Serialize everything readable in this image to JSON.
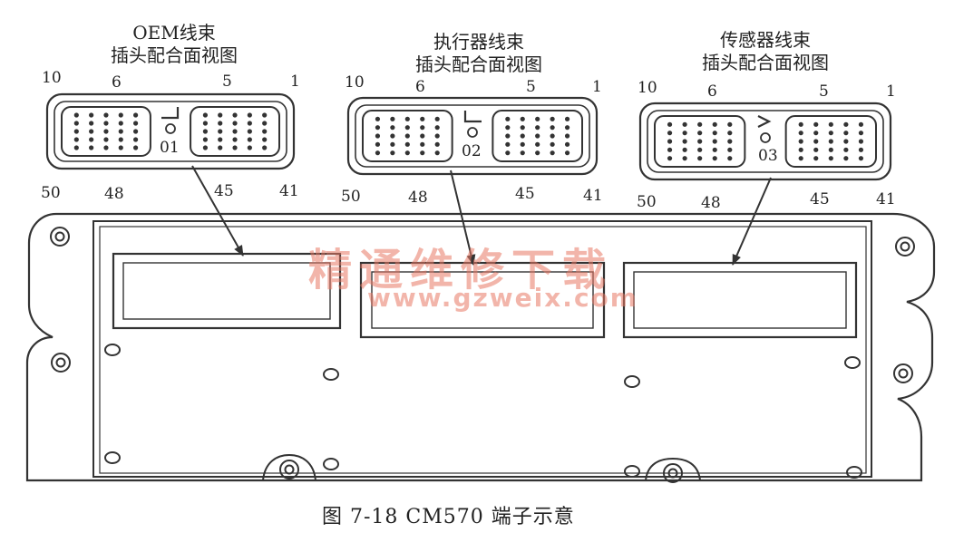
{
  "caption": "图 7-18    CM570 端子示意",
  "watermark": {
    "cn": "精通维修下载",
    "url": "www.gzweix.com"
  },
  "connectors": [
    {
      "id": "oem",
      "title_line1": "OEM线束",
      "title_line2": "插头配合面视图",
      "code": "01",
      "pin_top_left": "10",
      "pin_top_mid_left": "6",
      "pin_top_mid_right": "5",
      "pin_top_right": "1",
      "pin_bot_left": "50",
      "pin_bot_mid_left": "48",
      "pin_bot_mid_right": "45",
      "pin_bot_right": "41",
      "key_icon": "corner-key-right"
    },
    {
      "id": "actuator",
      "title_line1": "执行器线束",
      "title_line2": "插头配合面视图",
      "code": "02",
      "pin_top_left": "10",
      "pin_top_mid_left": "6",
      "pin_top_mid_right": "5",
      "pin_top_right": "1",
      "pin_bot_left": "50",
      "pin_bot_mid_left": "48",
      "pin_bot_mid_right": "45",
      "pin_bot_right": "41",
      "key_icon": "corner-key-left"
    },
    {
      "id": "sensor",
      "title_line1": "传感器线束",
      "title_line2": "插头配合面视图",
      "code": "03",
      "pin_top_left": "10",
      "pin_top_mid_left": "6",
      "pin_top_mid_right": "5",
      "pin_top_right": "1",
      "pin_bot_left": "50",
      "pin_bot_mid_left": "48",
      "pin_bot_mid_right": "45",
      "pin_bot_right": "41",
      "key_icon": "chevron-key"
    }
  ],
  "colors": {
    "line": "#333333",
    "watermark": "#e87864"
  }
}
